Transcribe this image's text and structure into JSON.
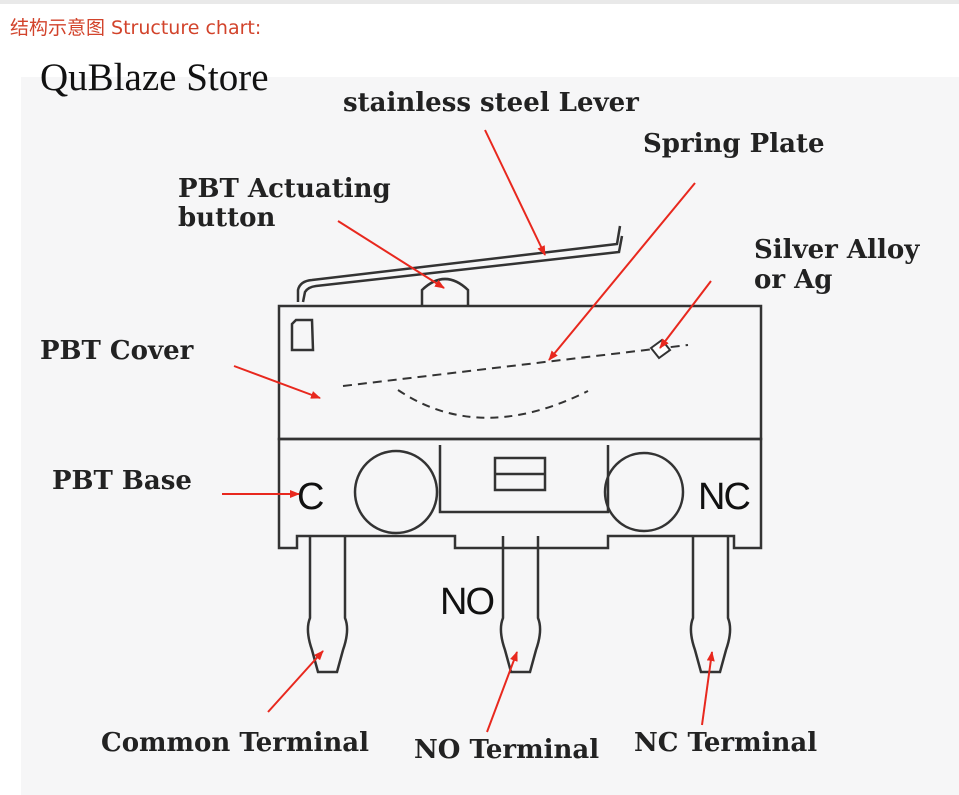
{
  "header": {
    "title": "结构示意图 Structure chart:",
    "store": "QuBlaze Store"
  },
  "labels": {
    "lever": "stainless steel Lever",
    "spring": "Spring Plate",
    "button_line1": "PBT Actuating",
    "button_line2": "button",
    "silver_line1": "Silver Alloy",
    "silver_line2": "or Ag",
    "cover": "PBT Cover",
    "base": "PBT Base",
    "common_terminal": "Common Terminal",
    "no_terminal": "NO Terminal",
    "nc_terminal": "NC Terminal"
  },
  "terminal_marks": {
    "c": "C",
    "no": "NO",
    "nc": "NC"
  },
  "colors": {
    "arrow": "#e8281e",
    "heading": "#d2432b",
    "outline": "#333333"
  }
}
